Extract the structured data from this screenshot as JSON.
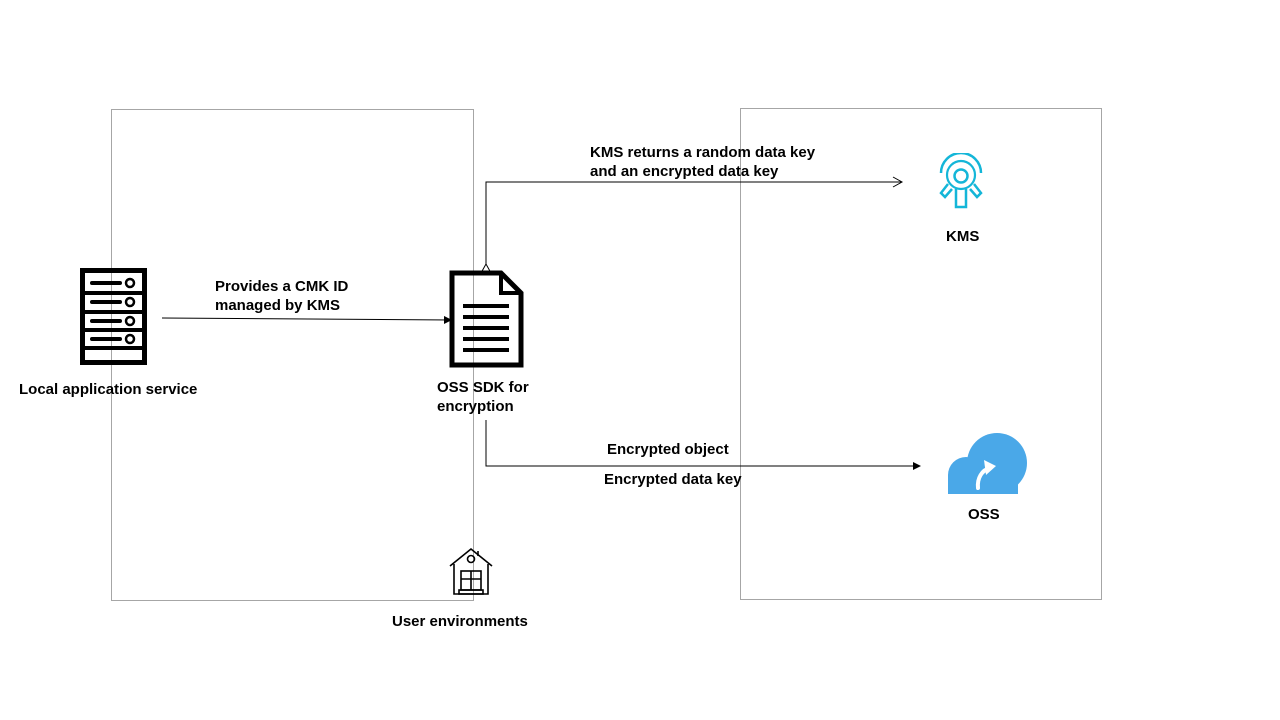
{
  "nodes": {
    "local_app": "Local application service",
    "sdk_line1": "OSS SDK for",
    "sdk_line2": "encryption",
    "kms": "KMS",
    "oss": "OSS",
    "user_env": "User environments"
  },
  "edges": {
    "cmk_line1": "Provides a CMK ID",
    "cmk_line2": "managed by KMS",
    "kms_line1": "KMS returns a random data key",
    "kms_line2": "and an encrypted data key",
    "enc_object": "Encrypted object",
    "enc_data_key": "Encrypted data key"
  },
  "colors": {
    "kms_icon": "#14b6d8",
    "oss_icon": "#4aa8e8",
    "border": "#a6a6a6"
  },
  "icons": {
    "local_app": "server-icon",
    "sdk": "document-icon",
    "kms": "key-icon",
    "oss": "cloud-upload-icon",
    "user_env": "house-icon"
  }
}
